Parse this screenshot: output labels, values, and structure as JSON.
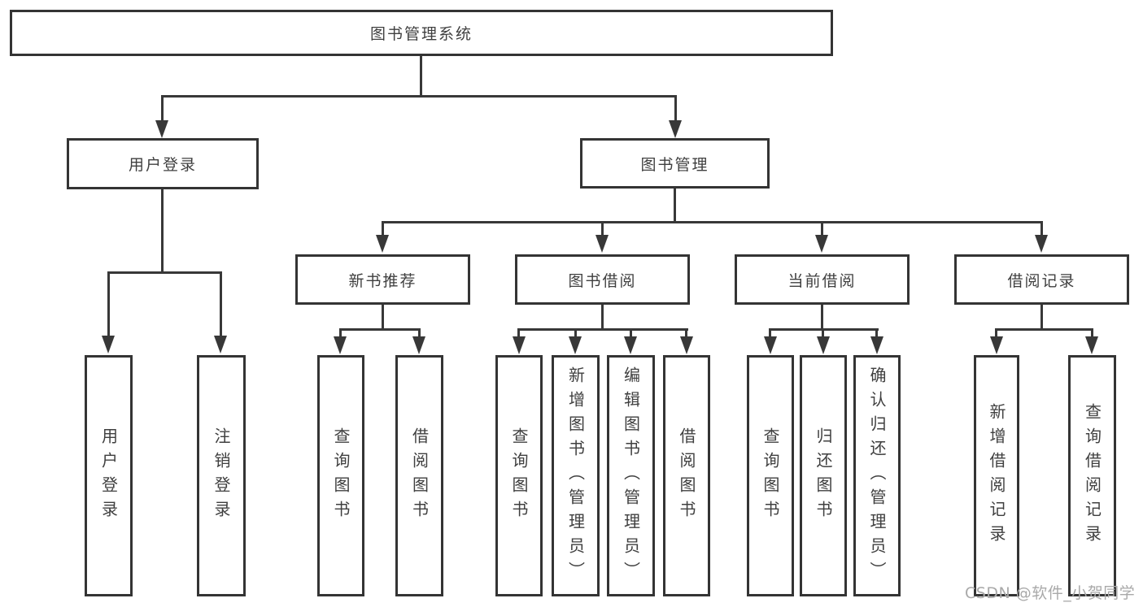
{
  "nodes": {
    "root": {
      "label": "图书管理系统"
    },
    "user_login": {
      "label": "用户登录"
    },
    "book_management": {
      "label": "图书管理"
    },
    "new_book_recommend": {
      "label": "新书推荐"
    },
    "book_borrow": {
      "label": "图书借阅"
    },
    "current_borrow": {
      "label": "当前借阅"
    },
    "borrow_records": {
      "label": "借阅记录"
    },
    "leaf_user_login": {
      "label": "用户登录"
    },
    "leaf_logout": {
      "label": "注销登录"
    },
    "nb_query_books": {
      "label": "查询图书"
    },
    "nb_borrow_books": {
      "label": "借阅图书"
    },
    "bb_query_books": {
      "label": "查询图书"
    },
    "bb_add_books": {
      "label": "新增图书（管理员）"
    },
    "bb_edit_books": {
      "label": "编辑图书（管理员）"
    },
    "bb_borrow_books": {
      "label": "借阅图书"
    },
    "cb_query_books": {
      "label": "查询图书"
    },
    "cb_return_books": {
      "label": "归还图书"
    },
    "cb_confirm_return": {
      "label": "确认归还（管理员）"
    },
    "br_add_record": {
      "label": "新增借阅记录"
    },
    "br_query_record": {
      "label": "查询借阅记录"
    }
  },
  "hierarchy": {
    "root": [
      "user_login",
      "book_management"
    ],
    "user_login": [
      "leaf_user_login",
      "leaf_logout"
    ],
    "book_management": [
      "new_book_recommend",
      "book_borrow",
      "current_borrow",
      "borrow_records"
    ],
    "new_book_recommend": [
      "nb_query_books",
      "nb_borrow_books"
    ],
    "book_borrow": [
      "bb_query_books",
      "bb_add_books",
      "bb_edit_books",
      "bb_borrow_books"
    ],
    "current_borrow": [
      "cb_query_books",
      "cb_return_books",
      "cb_confirm_return"
    ],
    "borrow_records": [
      "br_add_record",
      "br_query_record"
    ]
  },
  "watermark": {
    "text": "CSDN @软件_小贺同学"
  },
  "colors": {
    "line": "#383838",
    "box_border": "#343434",
    "text": "#3f3f3f",
    "background": "#ffffff",
    "watermark": "#a9a9a9"
  }
}
